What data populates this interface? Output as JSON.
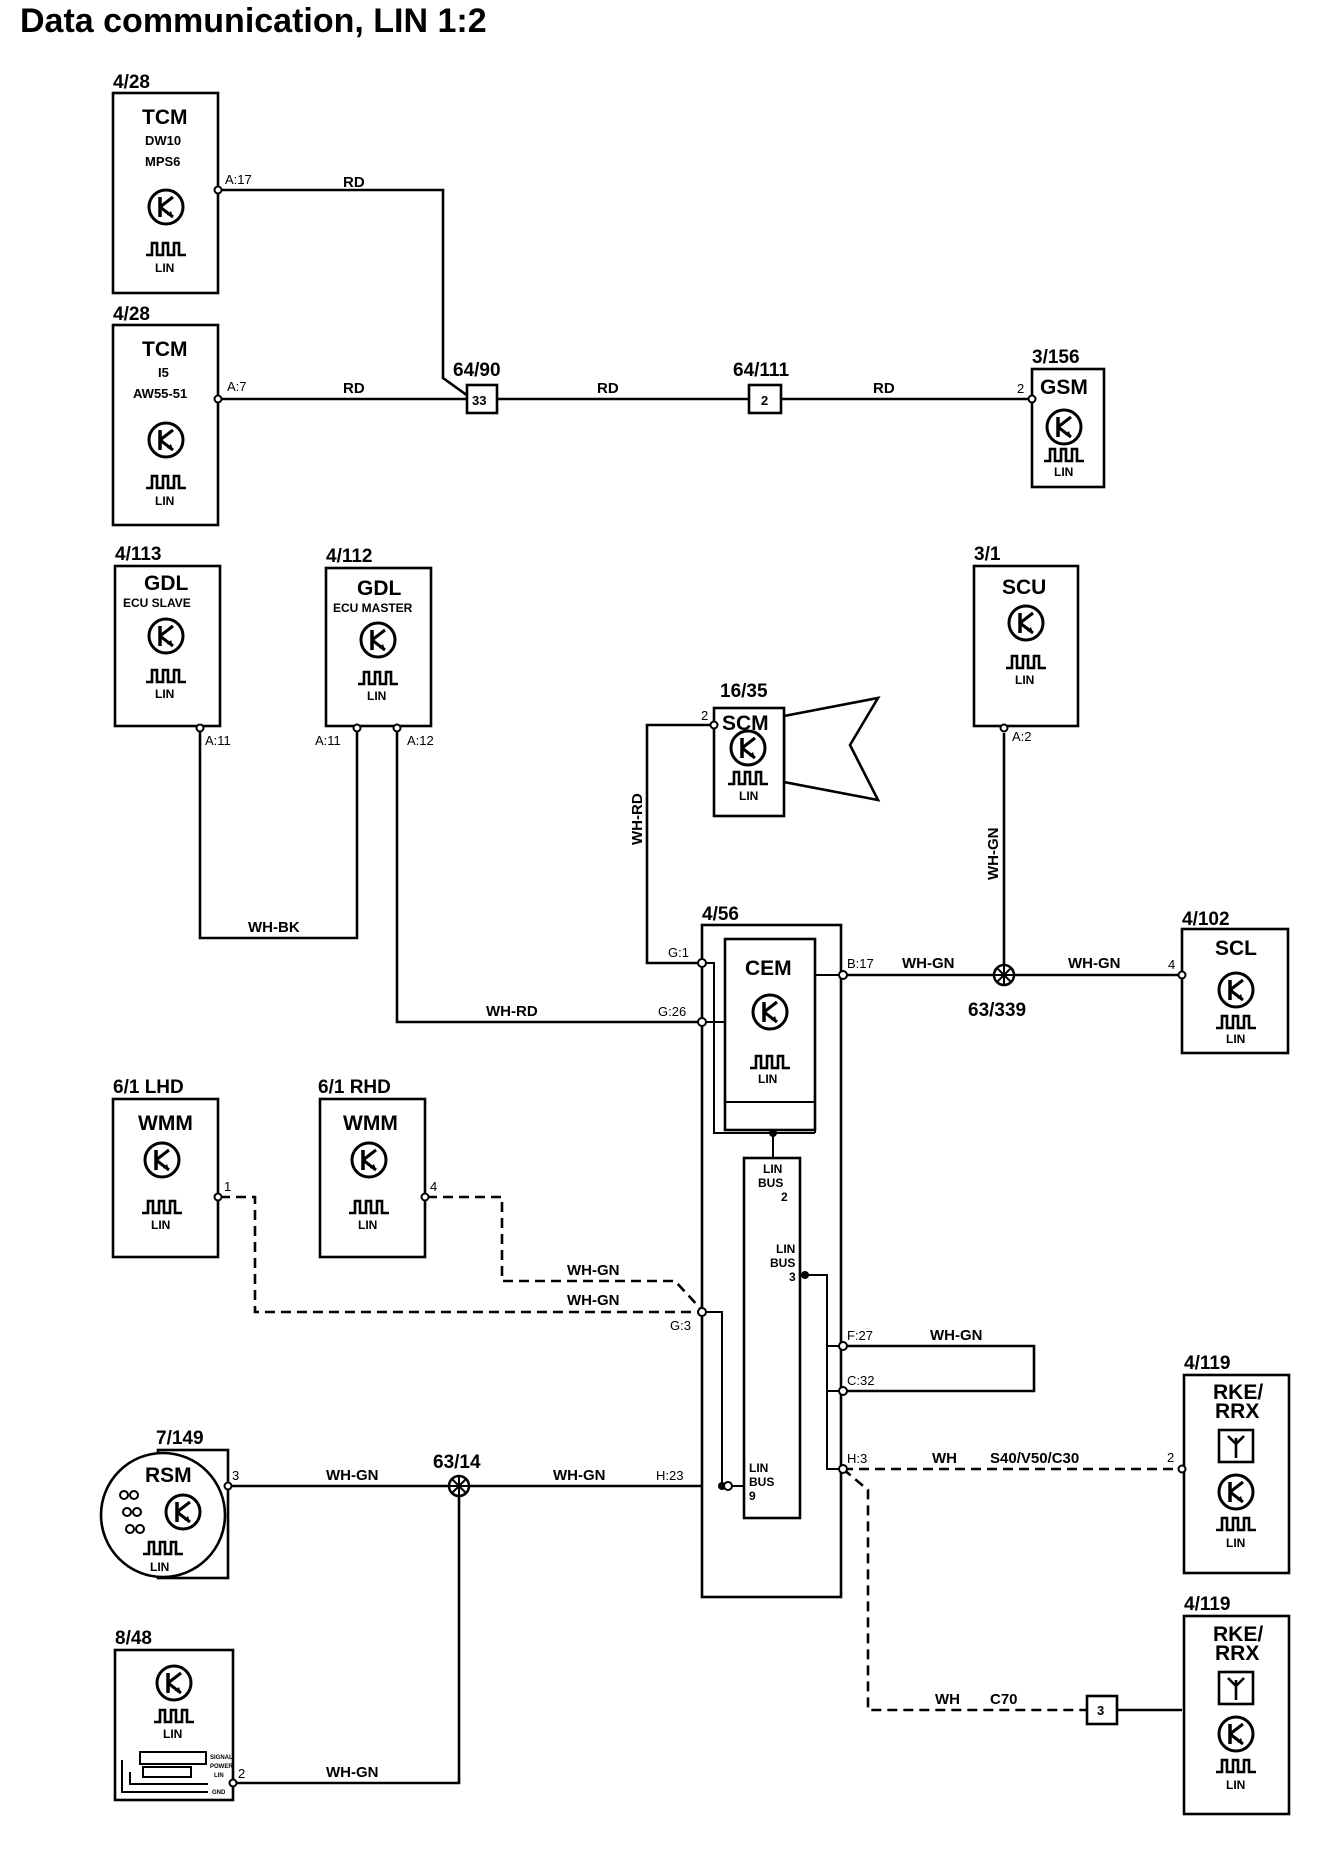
{
  "title": "Data communication, LIN 1:2",
  "components": {
    "tcm_dw10": {
      "ref": "4/28",
      "name": "TCM",
      "sub1": "DW10",
      "sub2": "MPS6",
      "pin": "A:17"
    },
    "tcm_i5": {
      "ref": "4/28",
      "name": "TCM",
      "sub1": "I5",
      "sub2": "AW55-51",
      "pin": "A:7"
    },
    "gsm": {
      "ref": "3/156",
      "name": "GSM",
      "pin": "2"
    },
    "gdl_slave": {
      "ref": "4/113",
      "name": "GDL",
      "sub1": "ECU SLAVE",
      "pin": "A:11"
    },
    "gdl_master": {
      "ref": "4/112",
      "name": "GDL",
      "sub1": "ECU MASTER",
      "pin_a11": "A:11",
      "pin_a12": "A:12"
    },
    "scm": {
      "ref": "16/35",
      "name": "SCM",
      "pin": "2"
    },
    "scu": {
      "ref": "3/1",
      "name": "SCU",
      "pin": "A:2"
    },
    "cem": {
      "ref": "4/56",
      "name": "CEM",
      "pins": {
        "g1": "G:1",
        "g26": "G:26",
        "g3": "G:3",
        "h23": "H:23",
        "b17": "B:17",
        "f27": "F:27",
        "c32": "C:32",
        "h3": "H:3"
      }
    },
    "scl": {
      "ref": "4/102",
      "name": "SCL",
      "pin": "4"
    },
    "wmm_lhd": {
      "ref": "6/1 LHD",
      "name": "WMM",
      "pin": "1"
    },
    "wmm_rhd": {
      "ref": "6/1 RHD",
      "name": "WMM",
      "pin": "4"
    },
    "rsm": {
      "ref": "7/149",
      "name": "RSM",
      "pin": "3"
    },
    "comp_848": {
      "ref": "8/48",
      "pin": "2",
      "tiny": [
        "SIGNAL",
        "POWER",
        "LIN",
        "GND"
      ]
    },
    "rke1": {
      "ref": "4/119",
      "name1": "RKE/",
      "name2": "RRX",
      "pin": "2"
    },
    "rke2": {
      "ref": "4/119",
      "name1": "RKE/",
      "name2": "RRX"
    }
  },
  "lin_label": "LIN",
  "lin_bus": {
    "word1": "LIN",
    "word2": "BUS",
    "n2": "2",
    "n3": "3",
    "n9": "9"
  },
  "connectors": {
    "c6490": {
      "ref": "64/90",
      "num": "33"
    },
    "c64111": {
      "ref": "64/111",
      "num": "2"
    },
    "c_rke2": {
      "num": "3"
    }
  },
  "splices": {
    "s63339": "63/339",
    "s6314": "63/14"
  },
  "wire_labels": {
    "rd": "RD",
    "wh_bk": "WH-BK",
    "wh_rd": "WH-RD",
    "wh_gn": "WH-GN",
    "wh": "WH",
    "variant_s40": "S40/V50/C30",
    "variant_c70": "C70"
  }
}
